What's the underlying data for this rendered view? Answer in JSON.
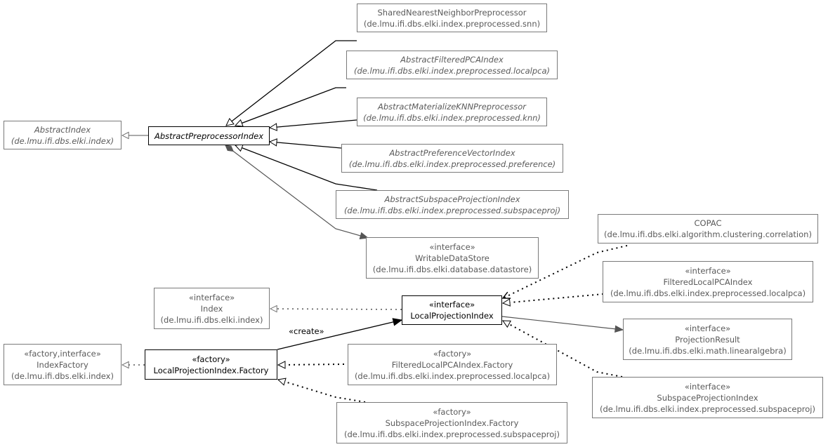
{
  "nodes": {
    "shared_nn": {
      "lines": [
        "SharedNearestNeighborPreprocessor",
        "(de.lmu.ifi.dbs.elki.index.preprocessed.snn)"
      ]
    },
    "abstract_filtered_pca": {
      "lines": [
        "AbstractFilteredPCAIndex",
        "(de.lmu.ifi.dbs.elki.index.preprocessed.localpca)"
      ]
    },
    "abstract_materialize_knn": {
      "lines": [
        "AbstractMaterializeKNNPreprocessor",
        "(de.lmu.ifi.dbs.elki.index.preprocessed.knn)"
      ]
    },
    "abstract_index": {
      "lines": [
        "AbstractIndex",
        "(de.lmu.ifi.dbs.elki.index)"
      ]
    },
    "abstract_preprocessor_index": {
      "lines": [
        "AbstractPreprocessorIndex"
      ]
    },
    "abstract_preference_vector": {
      "lines": [
        "AbstractPreferenceVectorIndex",
        "(de.lmu.ifi.dbs.elki.index.preprocessed.preference)"
      ]
    },
    "abstract_subspace_projection": {
      "lines": [
        "AbstractSubspaceProjectionIndex",
        "(de.lmu.ifi.dbs.elki.index.preprocessed.subspaceproj)"
      ]
    },
    "copac": {
      "lines": [
        "COPAC",
        "(de.lmu.ifi.dbs.elki.algorithm.clustering.correlation)"
      ]
    },
    "writable_data_store": {
      "lines": [
        "«interface»",
        "WritableDataStore",
        "(de.lmu.ifi.dbs.elki.database.datastore)"
      ]
    },
    "filtered_local_pca_index": {
      "lines": [
        "«interface»",
        "FilteredLocalPCAIndex",
        "(de.lmu.ifi.dbs.elki.index.preprocessed.localpca)"
      ]
    },
    "index": {
      "lines": [
        "«interface»",
        "Index",
        "(de.lmu.ifi.dbs.elki.index)"
      ]
    },
    "local_projection_index": {
      "lines": [
        "«interface»",
        "LocalProjectionIndex"
      ]
    },
    "projection_result": {
      "lines": [
        "«interface»",
        "ProjectionResult",
        "(de.lmu.ifi.dbs.elki.math.linearalgebra)"
      ]
    },
    "index_factory": {
      "lines": [
        "«factory,interface»",
        "IndexFactory",
        "(de.lmu.ifi.dbs.elki.index)"
      ]
    },
    "local_projection_factory": {
      "lines": [
        "«factory»",
        "LocalProjectionIndex.Factory"
      ]
    },
    "filtered_local_pca_factory": {
      "lines": [
        "«factory»",
        "FilteredLocalPCAIndex.Factory",
        "(de.lmu.ifi.dbs.elki.index.preprocessed.localpca)"
      ]
    },
    "subspace_projection_index": {
      "lines": [
        "«interface»",
        "SubspaceProjectionIndex",
        "(de.lmu.ifi.dbs.elki.index.preprocessed.subspaceproj)"
      ]
    },
    "subspace_projection_factory": {
      "lines": [
        "«factory»",
        "SubspaceProjectionIndex.Factory",
        "(de.lmu.ifi.dbs.elki.index.preprocessed.subspaceproj)"
      ]
    }
  },
  "edge_labels": {
    "create": "«create»"
  },
  "colors": {
    "line": "#000000",
    "line_gray": "#555555",
    "border_gray": "#7a7a7a"
  }
}
